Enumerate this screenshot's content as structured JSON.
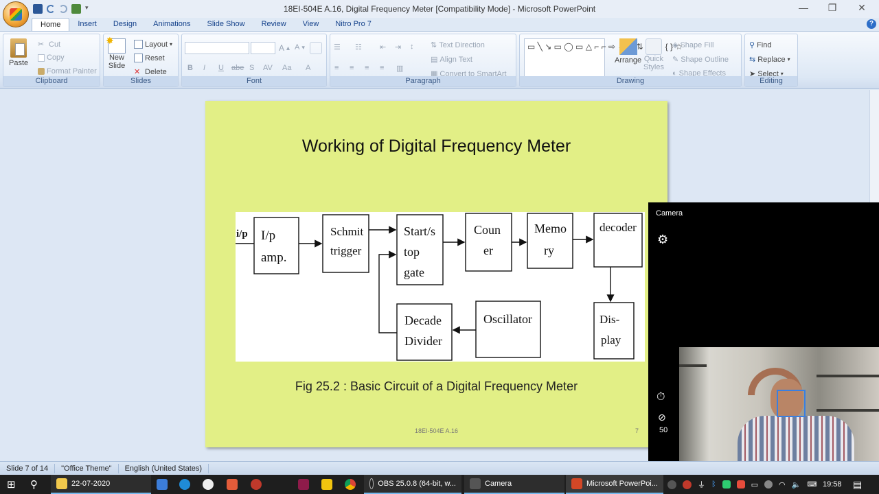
{
  "window": {
    "title": "18EI-504E A.16, Digital Frequency Meter [Compatibility Mode] - Microsoft PowerPoint",
    "controls": {
      "minimize": "—",
      "restore": "❐",
      "close": "✕"
    }
  },
  "tabs": [
    "Home",
    "Insert",
    "Design",
    "Animations",
    "Slide Show",
    "Review",
    "View",
    "Nitro Pro 7"
  ],
  "ribbon": {
    "clipboard": {
      "label": "Clipboard",
      "paste": "Paste",
      "cut": "Cut",
      "copy": "Copy",
      "format_painter": "Format Painter"
    },
    "slides": {
      "label": "Slides",
      "new_slide_1": "New",
      "new_slide_2": "Slide",
      "layout": "Layout",
      "reset": "Reset",
      "delete": "Delete"
    },
    "font": {
      "label": "Font",
      "bold": "B",
      "italic": "I",
      "underline": "U",
      "strike": "abe",
      "shadow": "S"
    },
    "paragraph": {
      "label": "Paragraph",
      "text_direction": "Text Direction",
      "align_text": "Align Text",
      "convert_smartart": "Convert to SmartArt"
    },
    "drawing": {
      "label": "Drawing",
      "arrange": "Arrange",
      "quick_styles_1": "Quick",
      "quick_styles_2": "Styles",
      "shape_fill": "Shape Fill",
      "shape_outline": "Shape Outline",
      "shape_effects": "Shape Effects"
    },
    "editing": {
      "label": "Editing",
      "find": "Find",
      "replace": "Replace",
      "select": "Select"
    }
  },
  "slide": {
    "title": "Working of Digital Frequency Meter",
    "caption": "Fig 25.2 :  Basic Circuit of a Digital Frequency Meter",
    "footer": "18EI-504E A.16",
    "page_number": "7",
    "diagram": {
      "input_label": "i/p",
      "blocks": {
        "ip_amp_1": "I/p",
        "ip_amp_2": "amp.",
        "schmitt_1": "Schmit",
        "schmitt_2": "trigger",
        "gate_1": "Start/s",
        "gate_2": "top",
        "gate_3": "gate",
        "counter_1": "Coun",
        "counter_2": "er",
        "memory_1": "Memo",
        "memory_2": "ry",
        "decoder": "decoder",
        "display_1": "Dis-",
        "display_2": "play",
        "decade_1": "Decade",
        "decade_2": "Divider",
        "oscillator": "Oscillator"
      }
    }
  },
  "camera": {
    "title": "Camera",
    "burst_count": "50"
  },
  "status": {
    "slide": "Slide 7 of 14",
    "theme": "\"Office Theme\"",
    "language": "English (United States)"
  },
  "taskbar": {
    "folder": "22-07-2020",
    "obs": "OBS 25.0.8 (64-bit, w...",
    "camera": "Camera",
    "powerpoint": "Microsoft PowerPoi...",
    "time": "19:58"
  }
}
